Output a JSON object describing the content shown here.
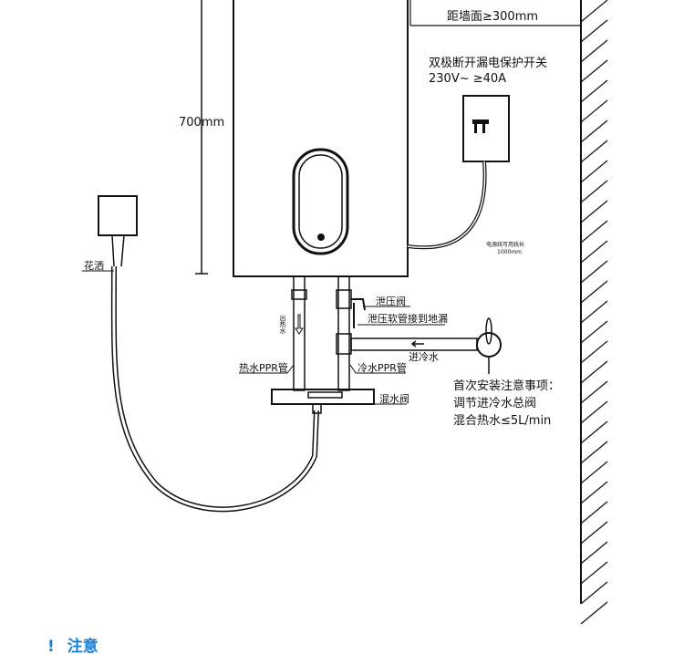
{
  "dimensions": {
    "height": "700mm",
    "wall_distance": "距墙面≥300mm"
  },
  "switch": {
    "line1": "双极断开漏电保护开关",
    "line2": "230V~ ≥40A",
    "cable_line1": "电源线可用线长",
    "cable_line2": "1000mm"
  },
  "labels": {
    "shower": "花洒",
    "hot_out": "出热水",
    "relief_valve": "泄压阀",
    "relief_hose": "泄压软管接到地漏",
    "cold_in": "进冷水",
    "hot_pipe": "热水PPR管",
    "cold_pipe": "冷水PPR管",
    "mixer": "混水阀"
  },
  "instructions": [
    "首次安装注意事项：",
    "调节进冷水总阀",
    "混合热水≤5L/min"
  ],
  "footer": {
    "icon": "!",
    "title": "注意"
  },
  "colors": {
    "accent": "#1a7fd6"
  }
}
